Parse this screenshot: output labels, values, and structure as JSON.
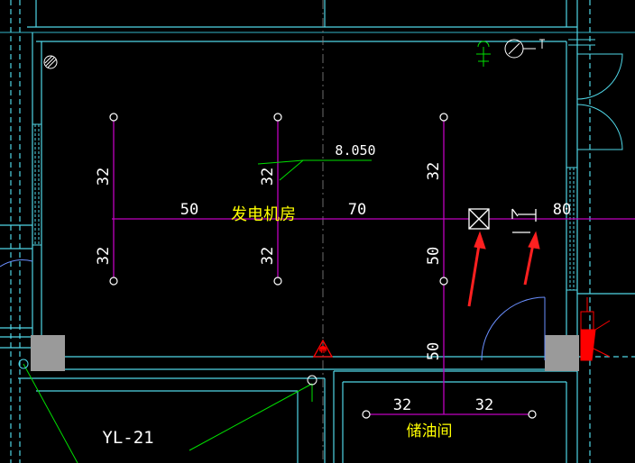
{
  "colors": {
    "wall": "#4fd6e6",
    "wall_dim": "#2a8fa0",
    "pipe": "#c000c0",
    "text_white": "#ffffff",
    "text_yellow": "#ffff00",
    "leader_green": "#00e000",
    "gray_block": "#9a9a9a",
    "door_blue": "#6a8fff",
    "arrow_red": "#ff2020",
    "red_equipment": "#ff0000"
  },
  "labels": {
    "room_generator": "发电机房",
    "room_oil": "储油间",
    "elevation": "8.050",
    "pipe_tag": "YL-21",
    "hydrant_symbol": "消"
  },
  "dimensions": {
    "d32_a": "32",
    "d32_b": "32",
    "d32_c": "32",
    "d32_d": "32",
    "d32_e": "32",
    "d32_oil_left": "32",
    "d32_oil_right": "32",
    "d50_main": "50",
    "d70_main": "70",
    "d80_main": "80",
    "d50_vert": "50",
    "d50_low": "50"
  },
  "icons": {
    "valve_box": "valve-box-icon",
    "gate_valve": "gate-valve-icon",
    "sprinkler": "sprinkler-head-icon",
    "clock": "clock-symbol-icon",
    "hatched_circle": "hatched-circle-icon",
    "hydrant": "fire-hydrant-icon"
  }
}
